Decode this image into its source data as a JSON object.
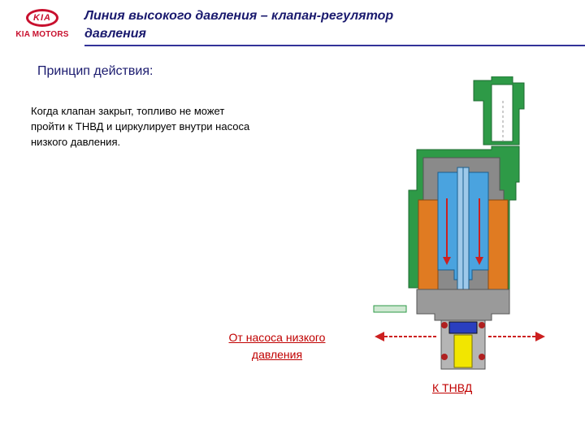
{
  "header": {
    "logo_mark": "KIA",
    "logo_brand": "KIA MOTORS",
    "title_line1": "Линия высокого давления – клапан-регулятор",
    "title_line2": "давления"
  },
  "slide": {
    "subtitle": "Принцип действия:",
    "body_line1": "Когда клапан закрыт, топливо не может",
    "body_line2": "пройти к ТНВД и циркулирует внутри насоса",
    "body_line3": "низкого давления."
  },
  "diagram": {
    "label_from_line1": "От насоса низкого",
    "label_from_line2": "давления",
    "label_to": "К ТНВД"
  },
  "colors": {
    "brand_red": "#c8102e",
    "title_navy": "#1a1a6e",
    "housing_green": "#2e9a47",
    "coil_orange": "#e07b22",
    "plunger_blue": "#4aa3df",
    "flow_red": "#cc2020",
    "seat_yellow": "#f2e600"
  }
}
